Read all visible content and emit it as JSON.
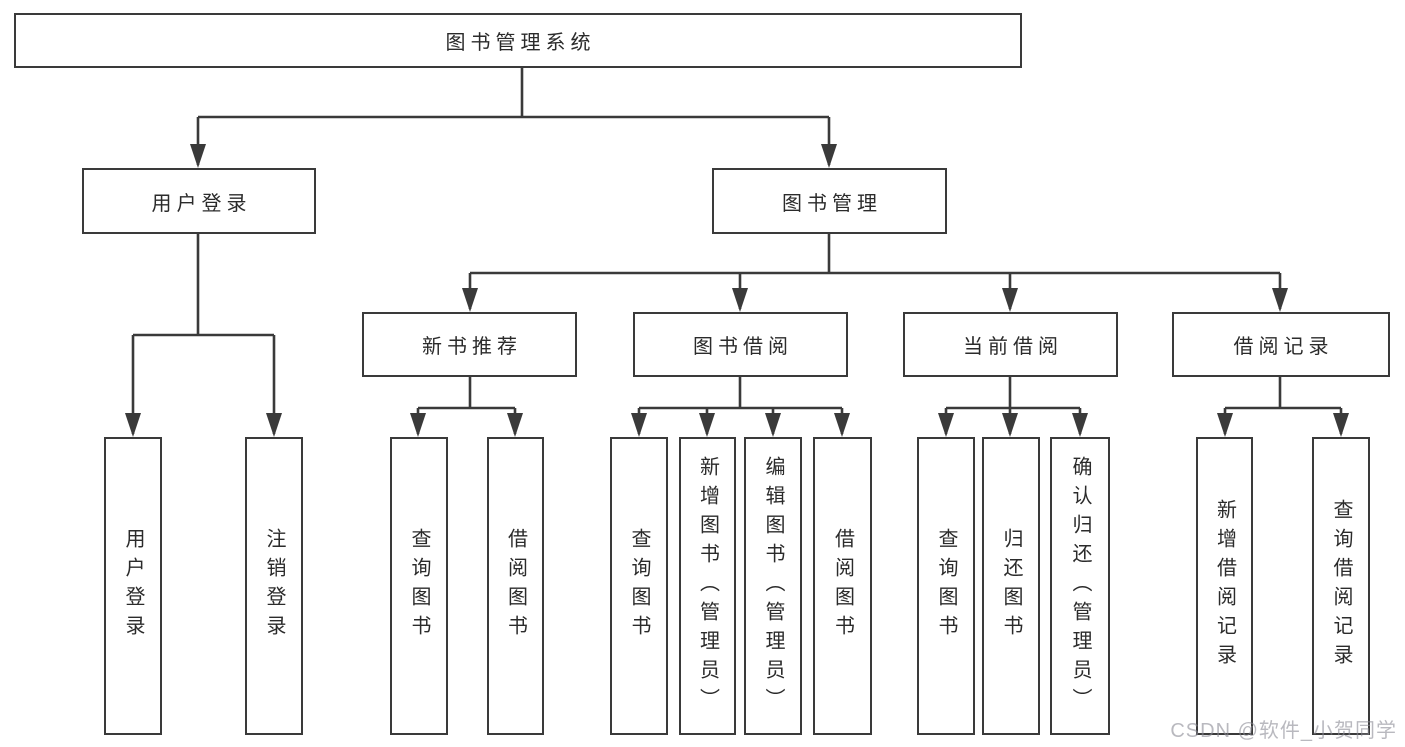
{
  "colors": {
    "line": "#3a3a3a",
    "box_border": "#3a3a3a",
    "text": "#2b2b2b",
    "background": "#ffffff",
    "watermark": "#c3c3cb"
  },
  "tree": {
    "label": "图书管理系统",
    "children": [
      {
        "label": "用户登录",
        "children": [
          {
            "label": "用户登录"
          },
          {
            "label": "注销登录"
          }
        ]
      },
      {
        "label": "图书管理",
        "children": [
          {
            "label": "新书推荐",
            "children": [
              {
                "label": "查询图书"
              },
              {
                "label": "借阅图书"
              }
            ]
          },
          {
            "label": "图书借阅",
            "children": [
              {
                "label": "查询图书"
              },
              {
                "label": "新增图书（管理员）"
              },
              {
                "label": "编辑图书（管理员）"
              },
              {
                "label": "借阅图书"
              }
            ]
          },
          {
            "label": "当前借阅",
            "children": [
              {
                "label": "查询图书"
              },
              {
                "label": "归还图书"
              },
              {
                "label": "确认归还（管理员）"
              }
            ]
          },
          {
            "label": "借阅记录",
            "children": [
              {
                "label": "新增借阅记录"
              },
              {
                "label": "查询借阅记录"
              }
            ]
          }
        ]
      }
    ]
  },
  "watermark": {
    "text": "CSDN @软件_小贺同学"
  }
}
